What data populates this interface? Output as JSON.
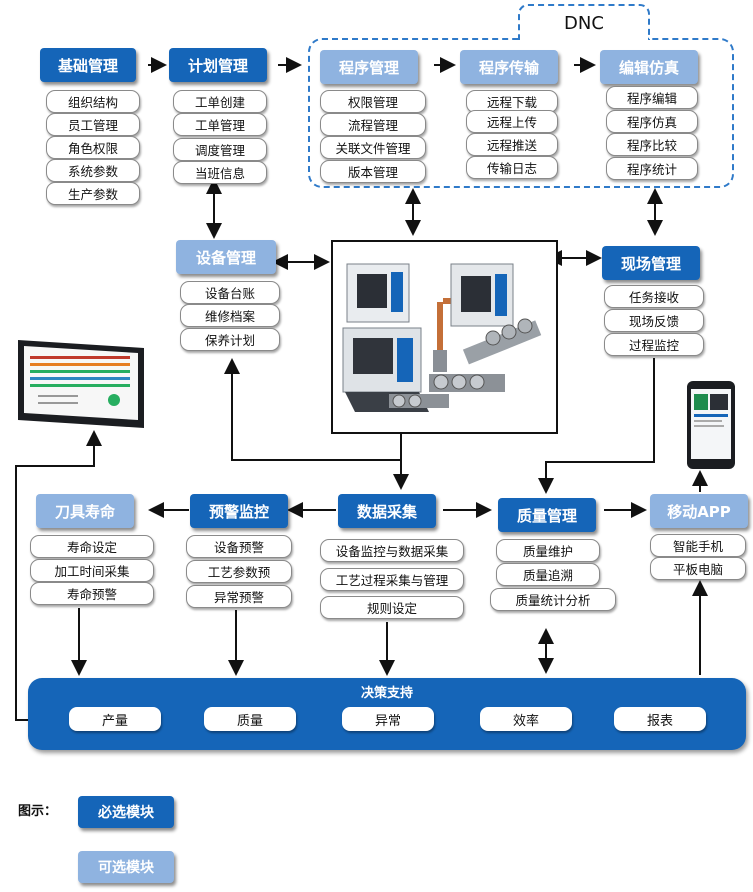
{
  "dnc_label": "DNC",
  "modules": {
    "basic": {
      "title": "基础管理",
      "items": [
        "组织结构",
        "员工管理",
        "角色权限",
        "系统参数",
        "生产参数"
      ]
    },
    "plan": {
      "title": "计划管理",
      "items": [
        "工单创建",
        "工单管理",
        "调度管理",
        "当班信息"
      ]
    },
    "program": {
      "title": "程序管理",
      "items": [
        "权限管理",
        "流程管理",
        "关联文件管理",
        "版本管理"
      ]
    },
    "transfer": {
      "title": "程序传输",
      "items": [
        "远程下载",
        "远程上传",
        "远程推送",
        "传输日志"
      ]
    },
    "edit": {
      "title": "编辑仿真",
      "items": [
        "程序编辑",
        "程序仿真",
        "程序比较",
        "程序统计"
      ]
    },
    "equipment": {
      "title": "设备管理",
      "items": [
        "设备台账",
        "维修档案",
        "保养计划"
      ]
    },
    "site": {
      "title": "现场管理",
      "items": [
        "任务接收",
        "现场反馈",
        "过程监控"
      ]
    },
    "tool": {
      "title": "刀具寿命",
      "items": [
        "寿命设定",
        "加工时间采集",
        "寿命预警"
      ]
    },
    "alarm": {
      "title": "预警监控",
      "items": [
        "设备预警",
        "工艺参数预",
        "异常预警"
      ]
    },
    "data": {
      "title": "数据采集",
      "items": [
        "设备监控与数据采集",
        "工艺过程采集与管理",
        "规则设定"
      ]
    },
    "quality": {
      "title": "质量管理",
      "items": [
        "质量维护",
        "质量追溯",
        "质量统计分析"
      ]
    },
    "mobile": {
      "title": "移动APP",
      "items": [
        "智能手机",
        "平板电脑"
      ]
    }
  },
  "decision": {
    "title": "决策支持",
    "items": [
      "产量",
      "质量",
      "异常",
      "效率",
      "报表"
    ]
  },
  "legend": {
    "label": "图示：",
    "required": "必选模块",
    "optional": "可选模块"
  },
  "colors": {
    "required": "#1565b8",
    "optional": "#8fb3e0",
    "dnc_border": "#2f7ac9"
  }
}
